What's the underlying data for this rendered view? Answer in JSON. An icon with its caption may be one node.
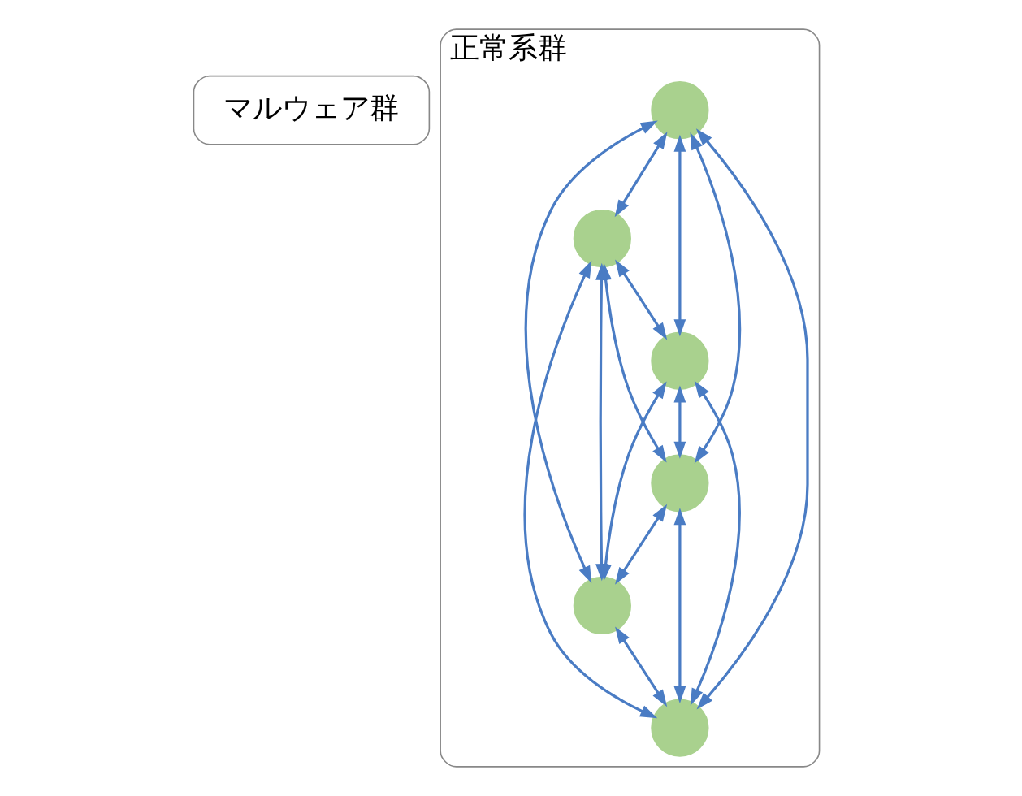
{
  "diagram": {
    "nodes": [
      {
        "text": [
          "マルウェア群"
        ]
      },
      {
        "text": [
          "正常系群"
        ]
      },
      {
        "text": [],
        "shape": "circle",
        "in": 1
      },
      {
        "text": [],
        "shape": "circle",
        "in": 1
      },
      {
        "text": [],
        "shape": "circle",
        "in": 1
      },
      {
        "text": [],
        "shape": "circle",
        "in": 1
      },
      {
        "text": [],
        "shape": "circle",
        "in": 1
      },
      {
        "text": [],
        "shape": "circle",
        "in": 1
      }
    ],
    "edges": [
      {
        "from": 2,
        "to": 3,
        "arrow": "both"
      },
      {
        "from": 2,
        "to": 4,
        "arrow": "both"
      },
      {
        "from": 2,
        "to": 5,
        "arrow": "both"
      },
      {
        "from": 2,
        "to": 6,
        "arrow": "both"
      },
      {
        "from": 2,
        "to": 7,
        "arrow": "both"
      },
      {
        "from": 3,
        "to": 4,
        "arrow": "both"
      },
      {
        "from": 3,
        "to": 5,
        "arrow": "both"
      },
      {
        "from": 3,
        "to": 6,
        "arrow": "both"
      },
      {
        "from": 3,
        "to": 7,
        "arrow": "both"
      },
      {
        "from": 4,
        "to": 5,
        "arrow": "both"
      },
      {
        "from": 4,
        "to": 6,
        "arrow": "both"
      },
      {
        "from": 4,
        "to": 7,
        "arrow": "both"
      },
      {
        "from": 5,
        "to": 6,
        "arrow": "both"
      },
      {
        "from": 5,
        "to": 7,
        "arrow": "both"
      },
      {
        "from": 6,
        "to": 7,
        "arrow": "both"
      }
    ]
  }
}
